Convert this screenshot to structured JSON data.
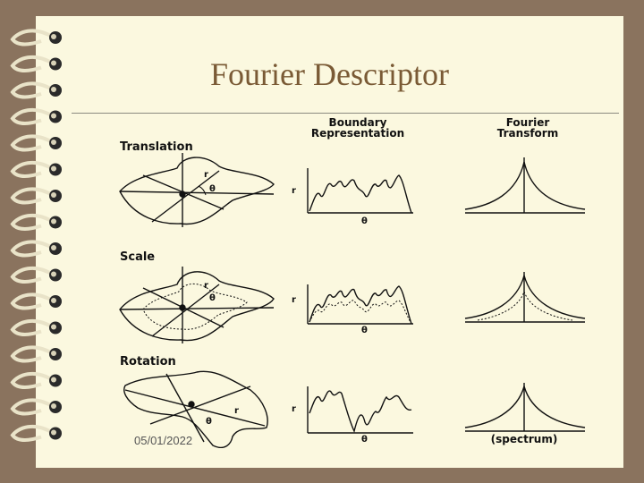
{
  "slide": {
    "title": "Fourier Descriptor",
    "date": "05/01/2022"
  },
  "figure": {
    "columns": [
      "Boundary Representation",
      "Fourier Transform"
    ],
    "rows": [
      "Translation",
      "Scale",
      "Rotation"
    ],
    "labels": {
      "r": "r",
      "theta": "θ",
      "spectrum": "(spectrum)"
    }
  }
}
